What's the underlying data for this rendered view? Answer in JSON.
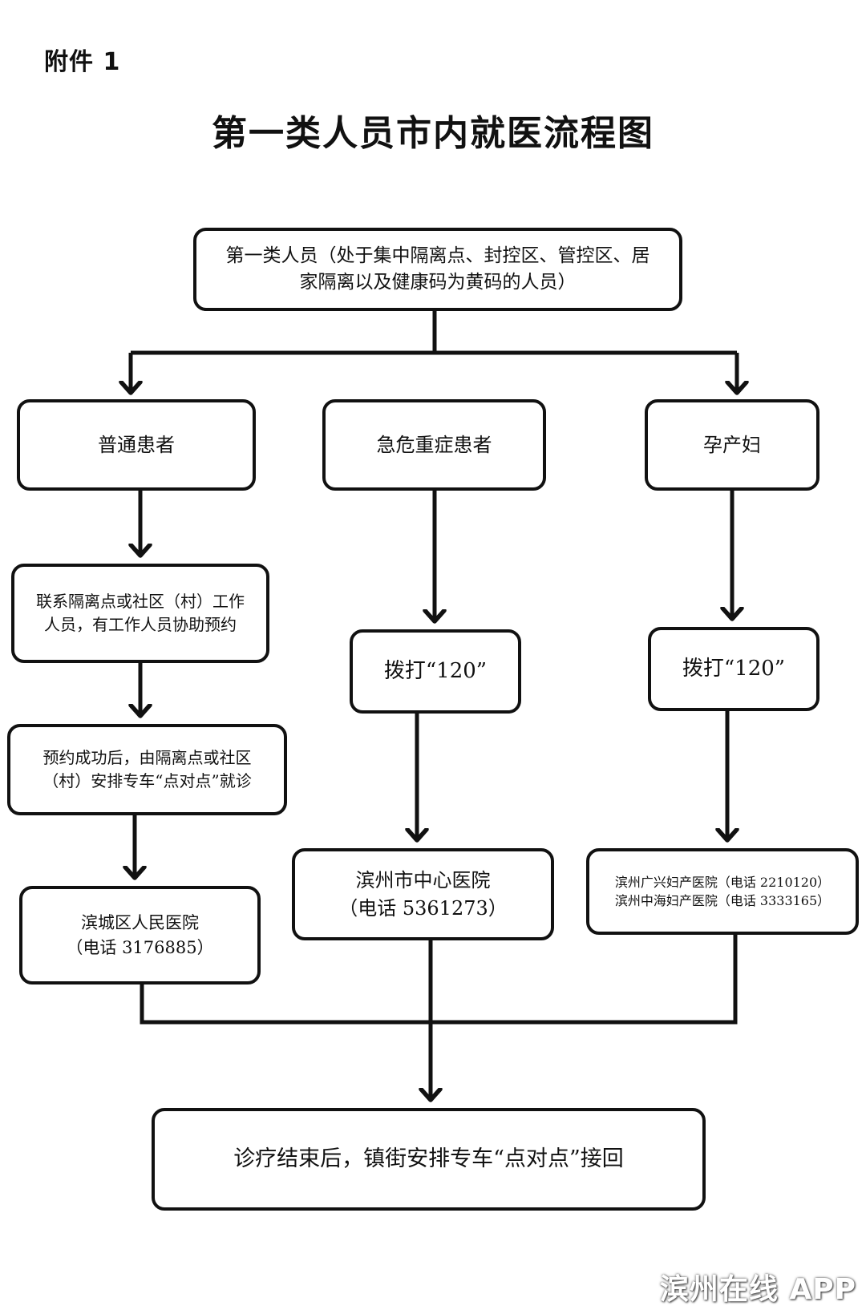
{
  "header": {
    "attachment": "附件 1",
    "title": "第一类人员市内就医流程图"
  },
  "top_box": {
    "line1": "第一类人员（处于集中隔离点、封控区、管控区、居",
    "line2": "家隔离以及健康码为黄码的人员）"
  },
  "branches": {
    "regular": {
      "label": "普通患者",
      "step1_line1": "联系隔离点或社区（村）工作",
      "step1_line2": "人员，有工作人员协助预约",
      "step2_line1": "预约成功后，由隔离点或社区",
      "step2_line2": "（村）安排专车“点对点”就诊",
      "hospital_name": "滨城区人民医院",
      "hospital_phone": "（电话 3176885）"
    },
    "emergency": {
      "label": "急危重症患者",
      "call": "拨打“120”",
      "hospital_name": "滨州市中心医院",
      "hospital_phone": "（电话 5361273）"
    },
    "pregnant": {
      "label": "孕产妇",
      "call": "拨打“120”",
      "hospital1": "滨州广兴妇产医院（电话 2210120）",
      "hospital2": "滨州中海妇产医院（电话 3333165）"
    }
  },
  "bottom_box": {
    "label": "诊疗结束后，镇街安排专车“点对点”接回"
  },
  "watermark": "滨州在线 APP"
}
